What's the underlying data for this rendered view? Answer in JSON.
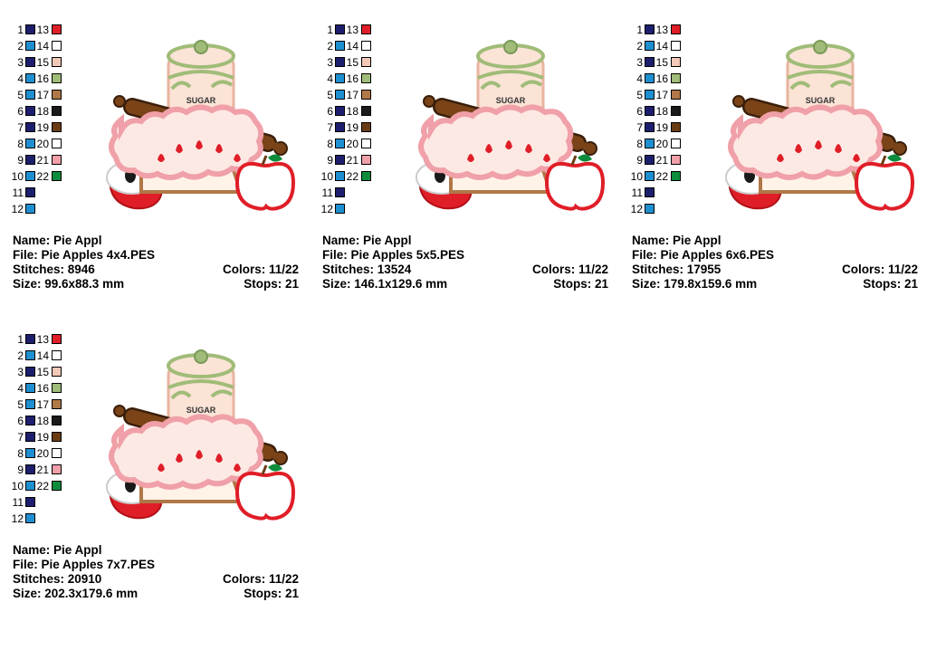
{
  "colors": {
    "navy": "#1e1e6e",
    "blue": "#1e8fd0",
    "red": "#e01e28",
    "white": "#ffffff",
    "peach": "#f4c8b8",
    "sage": "#a0bc78",
    "tan": "#b07848",
    "black": "#1a1a1a",
    "brown": "#6a3c14",
    "pink": "#f0a0a8",
    "green": "#0c8c3c"
  },
  "palette": {
    "left": [
      {
        "n": "1",
        "c": "navy"
      },
      {
        "n": "2",
        "c": "blue"
      },
      {
        "n": "3",
        "c": "navy"
      },
      {
        "n": "4",
        "c": "blue"
      },
      {
        "n": "5",
        "c": "blue"
      },
      {
        "n": "6",
        "c": "navy"
      },
      {
        "n": "7",
        "c": "navy"
      },
      {
        "n": "8",
        "c": "blue"
      },
      {
        "n": "9",
        "c": "navy"
      },
      {
        "n": "10",
        "c": "blue"
      },
      {
        "n": "11",
        "c": "navy"
      },
      {
        "n": "12",
        "c": "blue"
      }
    ],
    "right": [
      {
        "n": "13",
        "c": "red"
      },
      {
        "n": "14",
        "c": "white"
      },
      {
        "n": "15",
        "c": "peach"
      },
      {
        "n": "16",
        "c": "sage"
      },
      {
        "n": "17",
        "c": "tan"
      },
      {
        "n": "18",
        "c": "black"
      },
      {
        "n": "19",
        "c": "brown"
      },
      {
        "n": "20",
        "c": "white"
      },
      {
        "n": "21",
        "c": "pink"
      },
      {
        "n": "22",
        "c": "green"
      }
    ]
  },
  "art_label": "SUGAR",
  "designs": [
    {
      "name_label": "Name: Pie Appl",
      "file_label": "File: Pie Apples 4x4.PES",
      "stitches_label": "Stitches: 8946",
      "colors_label": "Colors: 11/22",
      "size_label": "Size: 99.6x88.3 mm",
      "stops_label": "Stops: 21"
    },
    {
      "name_label": "Name: Pie Appl",
      "file_label": "File: Pie Apples 5x5.PES",
      "stitches_label": "Stitches: 13524",
      "colors_label": "Colors: 11/22",
      "size_label": "Size: 146.1x129.6 mm",
      "stops_label": "Stops: 21"
    },
    {
      "name_label": "Name: Pie Appl",
      "file_label": "File: Pie Apples 6x6.PES",
      "stitches_label": "Stitches: 17955",
      "colors_label": "Colors: 11/22",
      "size_label": "Size: 179.8x159.6 mm",
      "stops_label": "Stops: 21"
    },
    {
      "name_label": "Name: Pie Appl",
      "file_label": "File: Pie Apples 7x7.PES",
      "stitches_label": "Stitches: 20910",
      "colors_label": "Colors: 11/22",
      "size_label": "Size: 202.3x179.6 mm",
      "stops_label": "Stops: 21"
    }
  ]
}
